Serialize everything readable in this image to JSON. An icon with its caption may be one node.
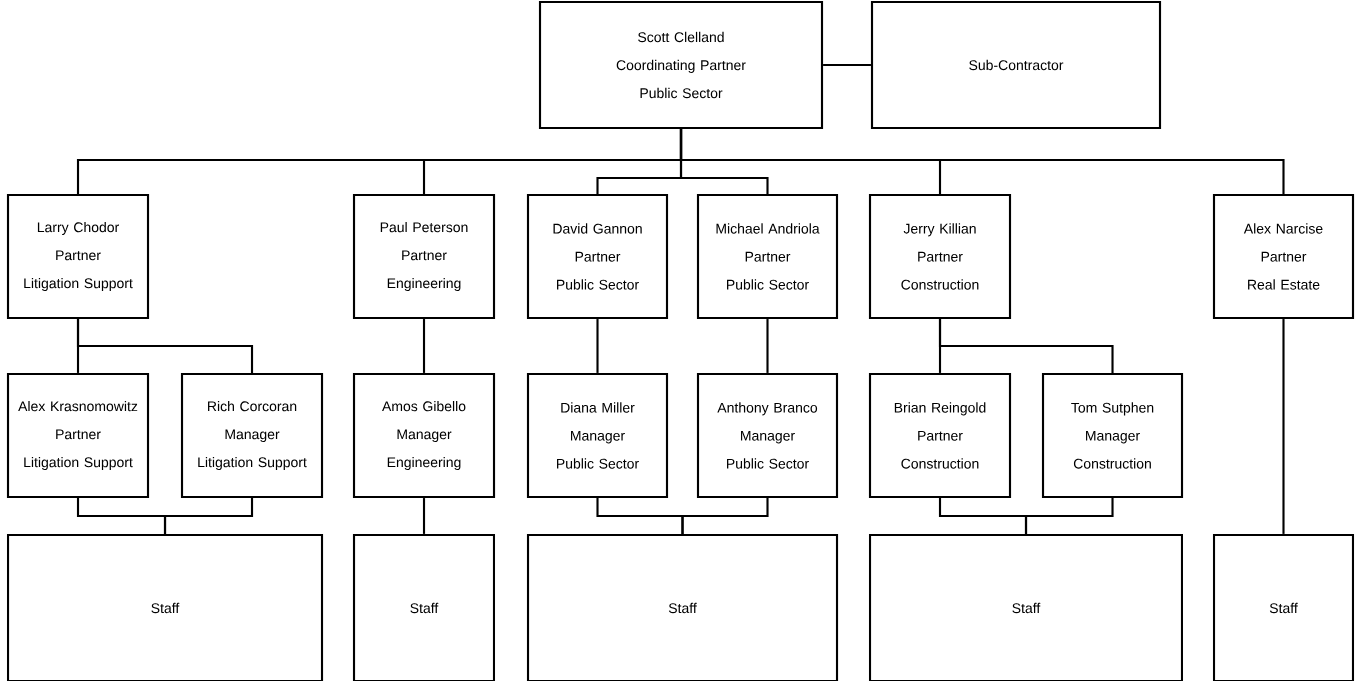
{
  "diagram": {
    "nodes": [
      {
        "text": [
          "Scott Clelland",
          "Coordinating Partner",
          "Public Sector"
        ]
      },
      {
        "text": [
          "Sub-Contractor"
        ]
      },
      {
        "text": [
          "Larry Chodor",
          "Partner",
          "Litigation Support"
        ]
      },
      {
        "text": [
          "Paul Peterson",
          "Partner",
          "Engineering"
        ]
      },
      {
        "text": [
          "David Gannon",
          "Partner",
          "Public Sector"
        ]
      },
      {
        "text": [
          "Michael Andriola",
          "Partner",
          "Public Sector"
        ]
      },
      {
        "text": [
          "Jerry Killian",
          "Partner",
          "Construction"
        ]
      },
      {
        "text": [
          "Alex Narcise",
          "Partner",
          "Real Estate"
        ]
      },
      {
        "text": [
          "Alex Krasnomowitz",
          "Partner",
          "Litigation Support"
        ]
      },
      {
        "text": [
          "Rich Corcoran",
          "Manager",
          "Litigation Support"
        ]
      },
      {
        "text": [
          "Amos Gibello",
          "Manager",
          "Engineering"
        ]
      },
      {
        "text": [
          "Diana Miller",
          "Manager",
          "Public Sector"
        ]
      },
      {
        "text": [
          "Anthony Branco",
          "Manager",
          "Public Sector"
        ]
      },
      {
        "text": [
          "Brian Reingold",
          "Partner",
          "Construction"
        ]
      },
      {
        "text": [
          "Tom Sutphen",
          "Manager",
          "Construction"
        ]
      },
      {
        "text": [
          "Staff"
        ]
      },
      {
        "text": [
          "Staff"
        ]
      },
      {
        "text": [
          "Staff"
        ]
      },
      {
        "text": [
          "Staff"
        ]
      },
      {
        "text": [
          "Staff"
        ]
      }
    ],
    "edges": [
      {
        "from": 0,
        "to": 1,
        "arrow": "none"
      },
      {
        "from": 0,
        "to": 2,
        "arrow": "none"
      },
      {
        "from": 0,
        "to": 3,
        "arrow": "none"
      },
      {
        "from": 0,
        "to": 4,
        "arrow": "none"
      },
      {
        "from": 0,
        "to": 5,
        "arrow": "none"
      },
      {
        "from": 0,
        "to": 6,
        "arrow": "none"
      },
      {
        "from": 0,
        "to": 7,
        "arrow": "none"
      },
      {
        "from": 2,
        "to": 8,
        "arrow": "none"
      },
      {
        "from": 2,
        "to": 9,
        "arrow": "none"
      },
      {
        "from": 3,
        "to": 10,
        "arrow": "none"
      },
      {
        "from": 4,
        "to": 11,
        "arrow": "none"
      },
      {
        "from": 5,
        "to": 12,
        "arrow": "none"
      },
      {
        "from": 6,
        "to": 13,
        "arrow": "none"
      },
      {
        "from": 6,
        "to": 14,
        "arrow": "none"
      },
      {
        "from": 7,
        "to": 19,
        "arrow": "none"
      },
      {
        "from": 8,
        "to": 15,
        "arrow": "none"
      },
      {
        "from": 9,
        "to": 15,
        "arrow": "none"
      },
      {
        "from": 10,
        "to": 16,
        "arrow": "none"
      },
      {
        "from": 11,
        "to": 17,
        "arrow": "none"
      },
      {
        "from": 12,
        "to": 17,
        "arrow": "none"
      },
      {
        "from": 13,
        "to": 18,
        "arrow": "none"
      },
      {
        "from": 14,
        "to": 18,
        "arrow": "none"
      }
    ]
  }
}
